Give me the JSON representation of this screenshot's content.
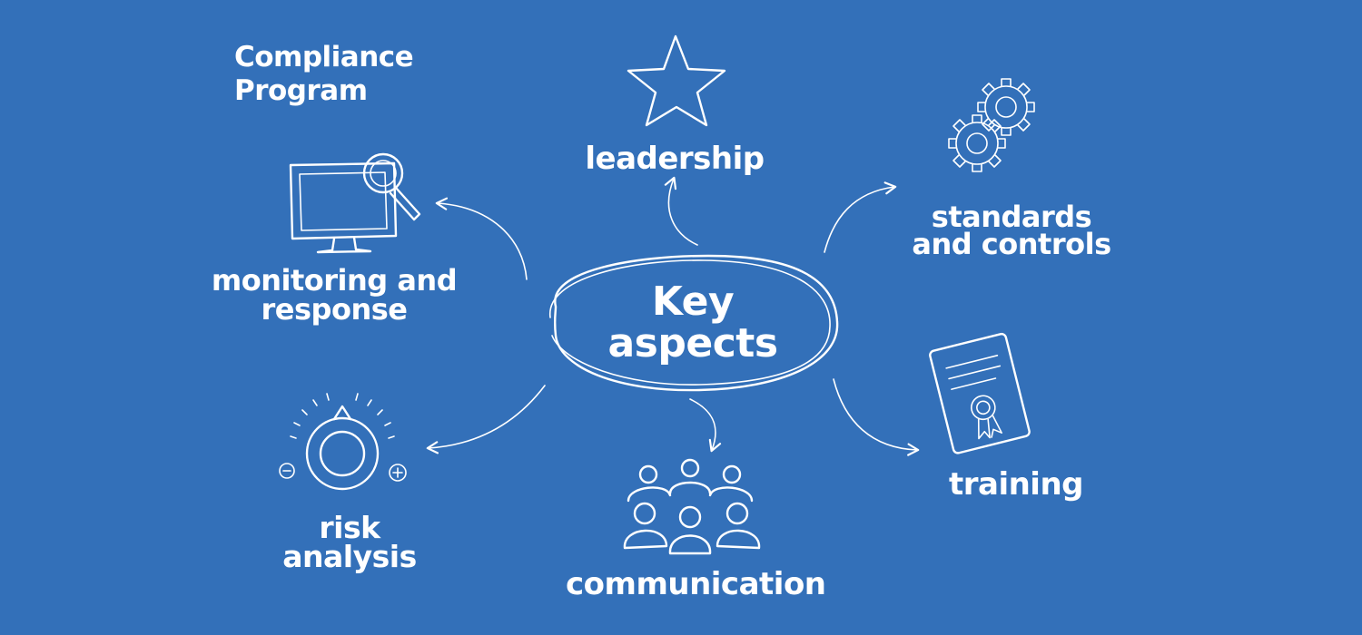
{
  "colors": {
    "background": "#3370b9",
    "foreground": "#ffffff"
  },
  "title": {
    "line1": "Compliance",
    "line2": "Program"
  },
  "center": {
    "line1": "Key",
    "line2": "aspects"
  },
  "nodes": {
    "leadership": {
      "label": "leadership",
      "icon": "star-icon"
    },
    "standards": {
      "line1": "standards",
      "line2": "and controls",
      "icon": "gears-icon"
    },
    "training": {
      "label": "training",
      "icon": "certificate-icon"
    },
    "communication": {
      "label": "communication",
      "icon": "people-meeting-icon"
    },
    "risk": {
      "line1": "risk",
      "line2": "analysis",
      "icon": "dial-icon"
    },
    "monitoring": {
      "line1": "monitoring and",
      "line2": "response",
      "icon": "monitor-magnifier-icon"
    }
  }
}
